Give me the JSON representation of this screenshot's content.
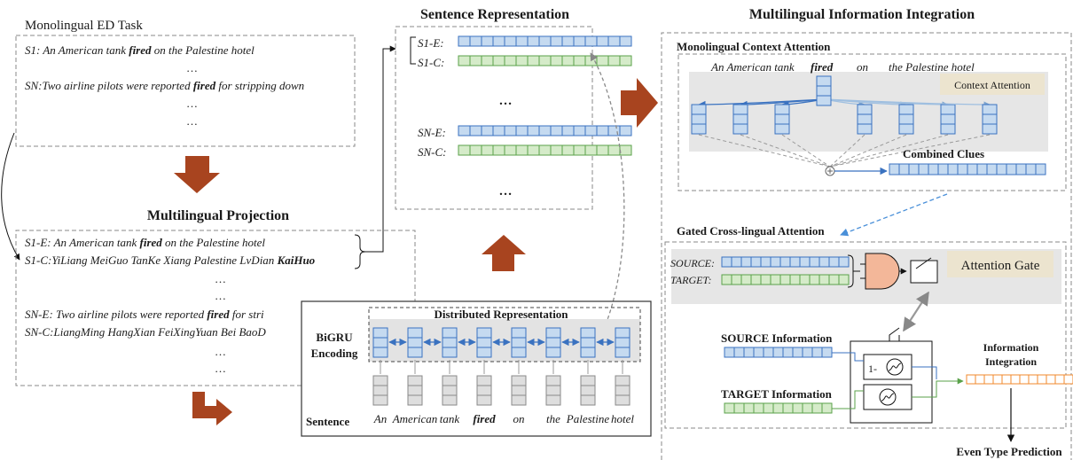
{
  "colors": {
    "blue_fill": "#c5daf0",
    "blue_stroke": "#3a72c0",
    "green_fill": "#d5ebc9",
    "green_stroke": "#5aa24a",
    "gray_fill": "#dedede",
    "gray_stroke": "#8a8a8a",
    "red_arrow": "#a8441f",
    "gate_fill": "#f3b799",
    "tag_fill": "#ece4cf",
    "orange": "#f08a2c",
    "dash_blue": "#4a90d9"
  },
  "mono_task": {
    "title": "Monolingual ED Task",
    "s1_pre": "S1: An American tank ",
    "s1_bold": "fired",
    "s1_post": " on the Palestine hotel",
    "dots1": "…",
    "sn_pre": "SN:Two airline pilots were reported ",
    "sn_bold": "fired",
    "sn_post": " for stripping down",
    "dots2": "…",
    "dots3": "…"
  },
  "projection": {
    "title": "Multilingual Projection",
    "s1e_pre": "S1-E: An American tank ",
    "s1e_bold": "fired",
    "s1e_post": " on the Palestine hotel",
    "s1c_pre": "S1-C:YiLiang MeiGuo TanKe Xiang Palestine LvDian ",
    "s1c_bold": "KaiHuo",
    "dots1": "…",
    "dots2": "…",
    "sne_pre": "SN-E: Two airline pilots were reported ",
    "sne_bold": "fired",
    "sne_post": " for stri",
    "snc": "SN-C:LiangMing HangXian FeiXingYuan Bei BaoD",
    "dots3": "…",
    "dots4": "…"
  },
  "sentence_rep": {
    "title": "Sentence Representation",
    "s1e": "S1-E:",
    "s1c": "S1-C:",
    "dots1": "…",
    "sne": "SN-E:",
    "snc": "SN-C:",
    "dots2": "…"
  },
  "bigru": {
    "dist_title": "Distributed Representation",
    "encoding_1": "BiGRU",
    "encoding_2": "Encoding",
    "sentence_label": "Sentence",
    "words": [
      "An",
      "American",
      "tank",
      "fired",
      "on",
      "the",
      "Palestine",
      "hotel"
    ]
  },
  "integration": {
    "title": "Multilingual Information Integration",
    "context_title": "Monolingual Context Attention",
    "sentence_pre": "An American tank",
    "sentence_bold": "fired",
    "sentence_on": "on",
    "sentence_post": "the Palestine hotel",
    "context_attention": "Context Attention",
    "combined_clues": "Combined Clues",
    "gated_title": "Gated Cross-lingual Attention",
    "source": "SOURCE:",
    "target": "TARGET:",
    "attention_gate": "Attention Gate",
    "source_info": "SOURCE Information",
    "target_info": "TARGET Information",
    "one_minus": "1-",
    "info_integration_1": "Information",
    "info_integration_2": "Integration",
    "prediction": "Even Type Prediction"
  }
}
